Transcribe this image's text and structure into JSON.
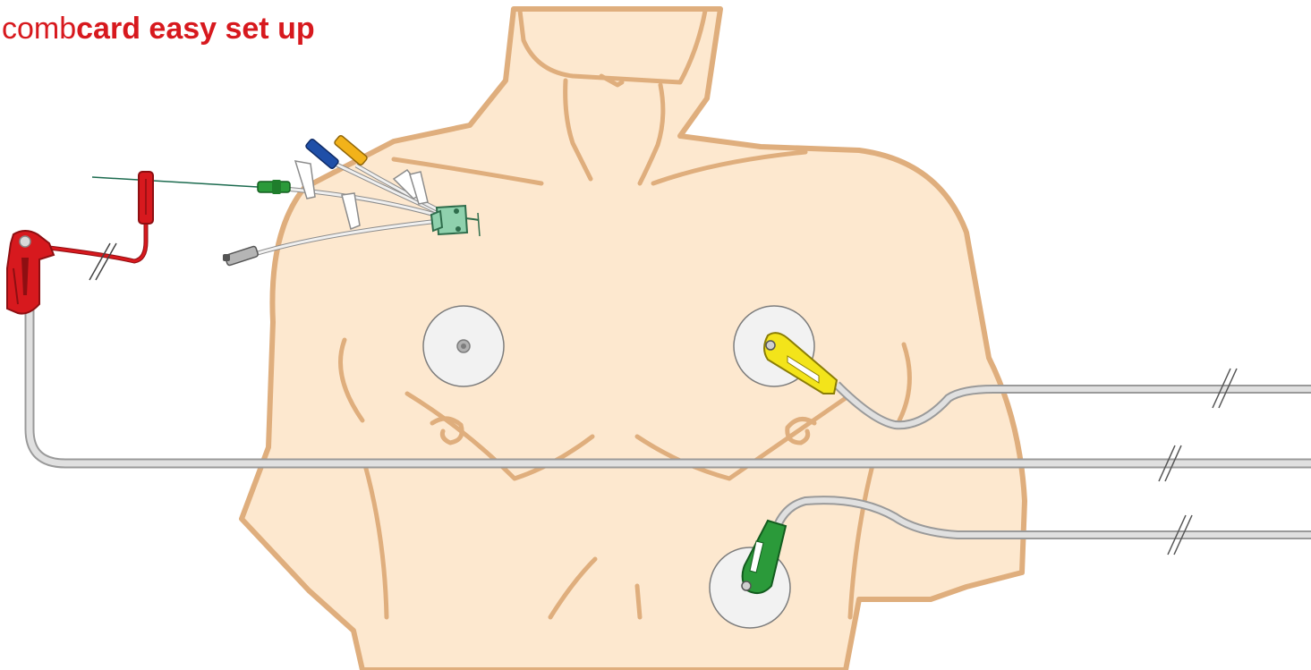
{
  "title": {
    "light_part": "comb",
    "bold_part": "card easy set up"
  },
  "colors": {
    "title": "#d7191e",
    "skin": "#fde8cf",
    "outline": "#dfae7d",
    "clamp_red": "#d7191e",
    "clip_yellow": "#f3e41a",
    "clip_green": "#2b9a3a",
    "hub_mint": "#8fd1ad",
    "cable": "#d4d4d4",
    "electrode_pad": "#f2f2f2"
  },
  "illustration": {
    "subject": "torso-front",
    "electrodes": [
      "right-chest-electrode",
      "left-chest-electrode",
      "lower-abdomen-electrode"
    ],
    "connectors": [
      "red-clamp",
      "yellow-clip",
      "green-clip",
      "central-line-catheter"
    ]
  }
}
